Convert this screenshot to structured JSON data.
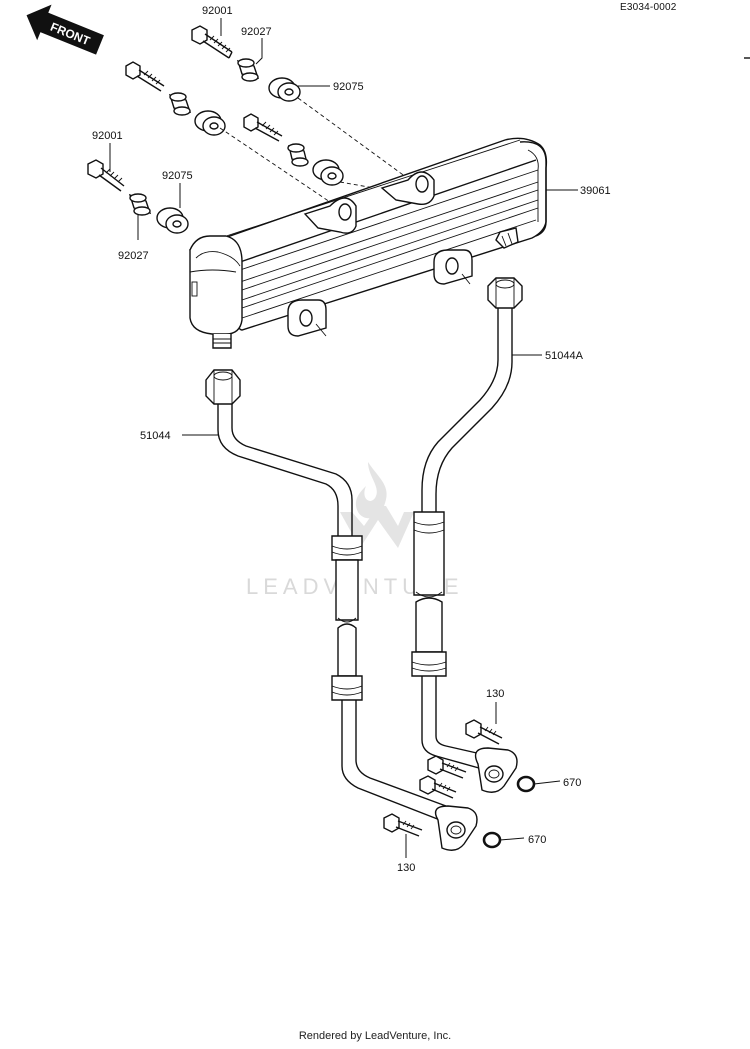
{
  "diagram_ref": "E3034-0002",
  "front_label": "FRONT",
  "watermark": "LEADVENTURE",
  "footer": "Rendered by LeadVenture, Inc.",
  "callouts": {
    "bolt_top": "92001",
    "collar_top": "92027",
    "grommet_top": "92075",
    "bolt_left": "92001",
    "grommet_left": "92075",
    "collar_left": "92027",
    "cooler": "39061",
    "pipe_right": "51044A",
    "pipe_left": "51044",
    "bolt_right_upper": "130",
    "oring_upper": "670",
    "oring_lower": "670",
    "bolt_bottom": "130"
  }
}
